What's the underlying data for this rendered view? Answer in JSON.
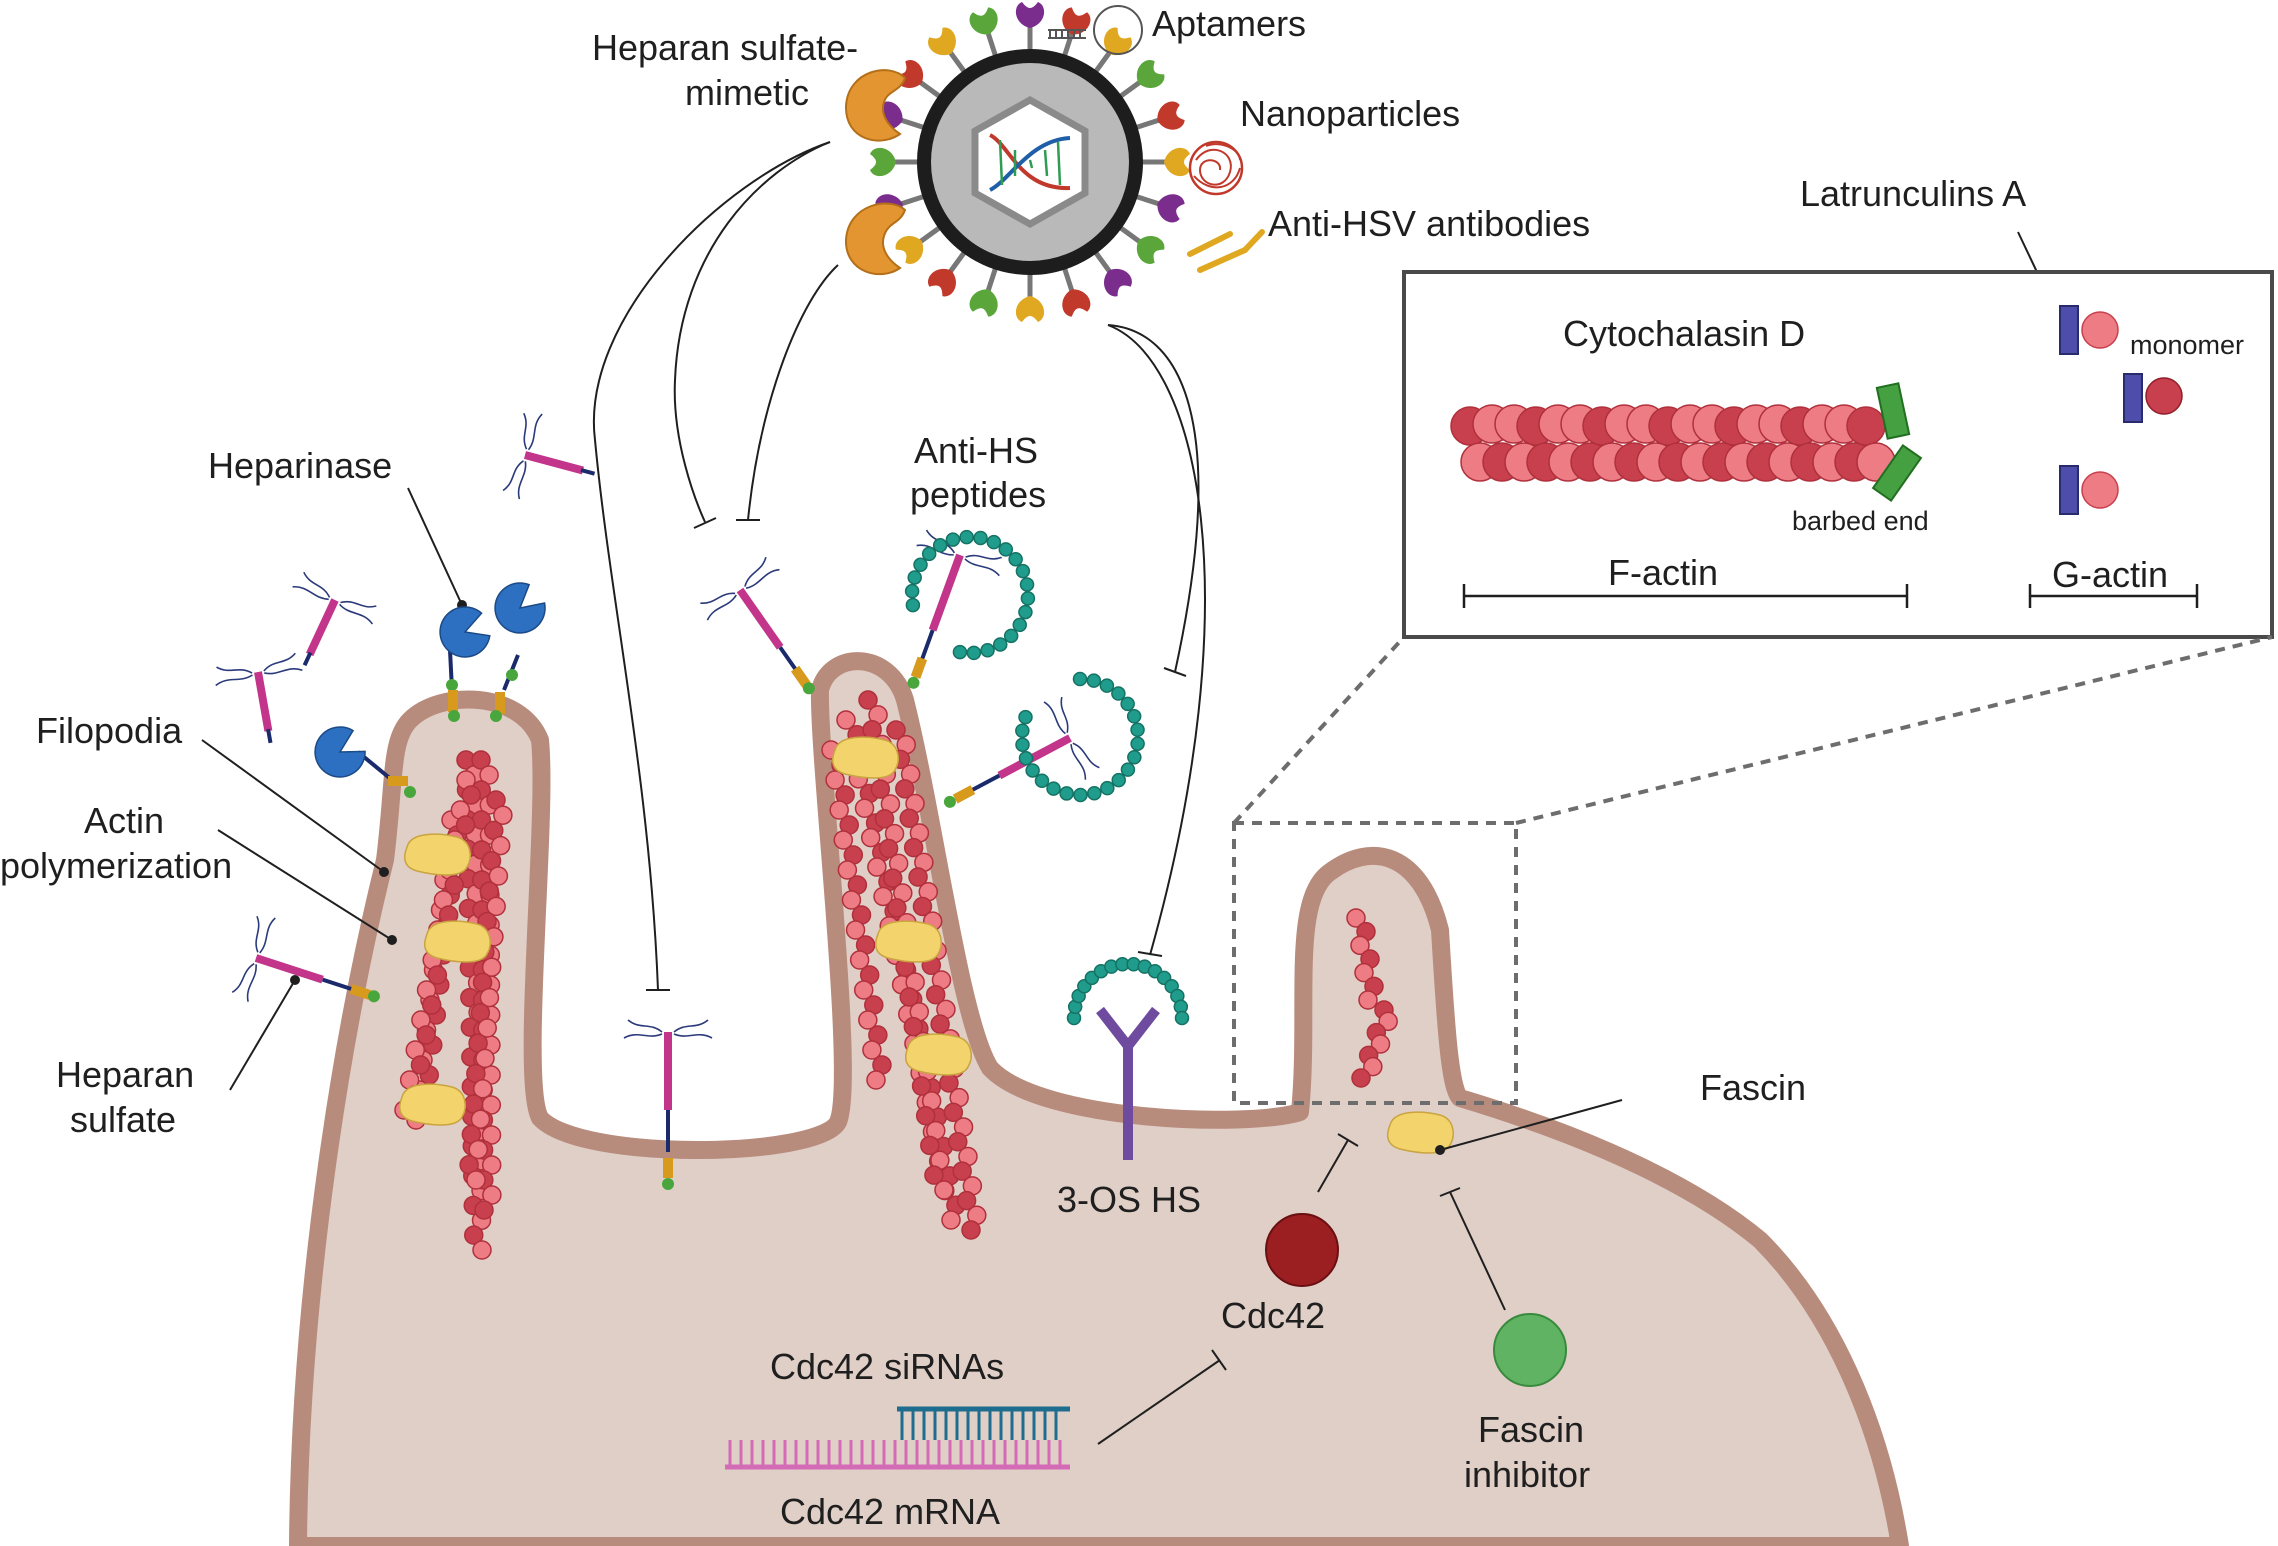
{
  "labels": {
    "heparan_mimetic_1": "Heparan sulfate-",
    "heparan_mimetic_2": "mimetic",
    "aptamers": "Aptamers",
    "nanoparticles": "Nanoparticles",
    "anti_hsv_antibodies": "Anti-HSV antibodies",
    "latrunculins": "Latrunculins A",
    "cytochalasin": "Cytochalasin D",
    "monomer": "monomer",
    "barbed_end": "barbed end",
    "f_actin": "F-actin",
    "g_actin": "G-actin",
    "heparinase": "Heparinase",
    "anti_hs_peptides_1": "Anti-HS",
    "anti_hs_peptides_2": "peptides",
    "filopodia": "Filopodia",
    "actin_poly_1": "Actin",
    "actin_poly_2": "polymerization",
    "heparan_sulfate_1": "Heparan",
    "heparan_sulfate_2": "sulfate",
    "three_os_hs": "3-OS HS",
    "fascin": "Fascin",
    "cdc42": "Cdc42",
    "cdc42_sirnas": "Cdc42 siRNAs",
    "cdc42_mrna": "Cdc42 mRNA",
    "fascin_inhibitor_1": "Fascin",
    "fascin_inhibitor_2": "inhibitor"
  },
  "colors": {
    "cell_fill": "#e0cfc7",
    "cell_membrane": "#b88c7d",
    "virus_envelope": "#1d1d1d",
    "virus_capsid": "#b9b9b9",
    "actin_dark": "#c8404d",
    "actin_light": "#ee7c84",
    "fascin": "#f3d36b",
    "cdc42": "#9b1e21",
    "fascin_inhibitor": "#5fb362",
    "heparinase": "#2d6fc0",
    "peptide": "#1f9c8b",
    "hs_core": "#c2358b",
    "receptor": "#6f4ba0",
    "cytochalasin": "#44a040",
    "g_actin_cap": "#4d4eab"
  }
}
